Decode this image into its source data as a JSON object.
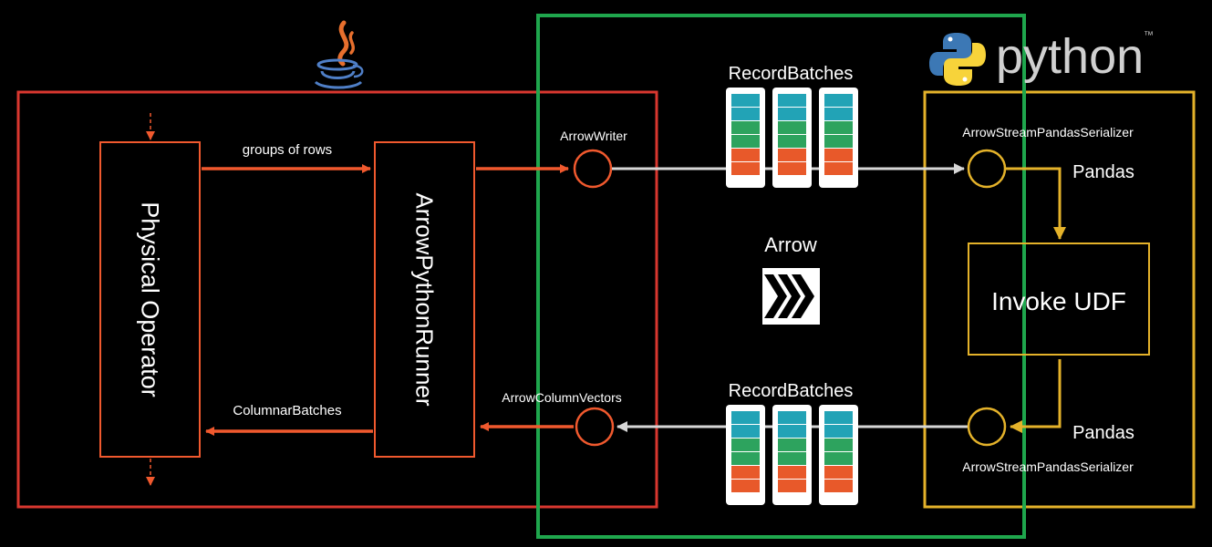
{
  "colors": {
    "background": "#000000",
    "jvm": "#d9372f",
    "runner_arrows": "#f0592e",
    "arrow_zone": "#1fa64d",
    "python_zone": "#e4b22a",
    "data_flow": "#d6d6d6",
    "text": "#ffffff",
    "batch_teal": "#22a3b6",
    "batch_green": "#2da35e",
    "batch_orange": "#e8592a"
  },
  "icons": {
    "java": "java-coffee-cup-icon",
    "python": "python-logo-icon",
    "arrow": "arrow-chevrons-icon"
  },
  "logo": {
    "python_text": "python",
    "trademark": "™"
  },
  "jvm": {
    "physical_operator": "Physical Operator",
    "runner": "ArrowPythonRunner",
    "groups_of_rows": "groups of rows",
    "columnar_batches": "ColumnarBatches"
  },
  "arrow_zone": {
    "writer": "ArrowWriter",
    "column_vectors": "ArrowColumnVectors",
    "record_batches_top": "RecordBatches",
    "record_batches_bottom": "RecordBatches",
    "arrow_label": "Arrow"
  },
  "python_zone": {
    "serializer_top": "ArrowStreamPandasSerializer",
    "serializer_bottom": "ArrowStreamPandasSerializer",
    "pandas_top": "Pandas",
    "pandas_bottom": "Pandas",
    "invoke_udf": "Invoke UDF"
  }
}
